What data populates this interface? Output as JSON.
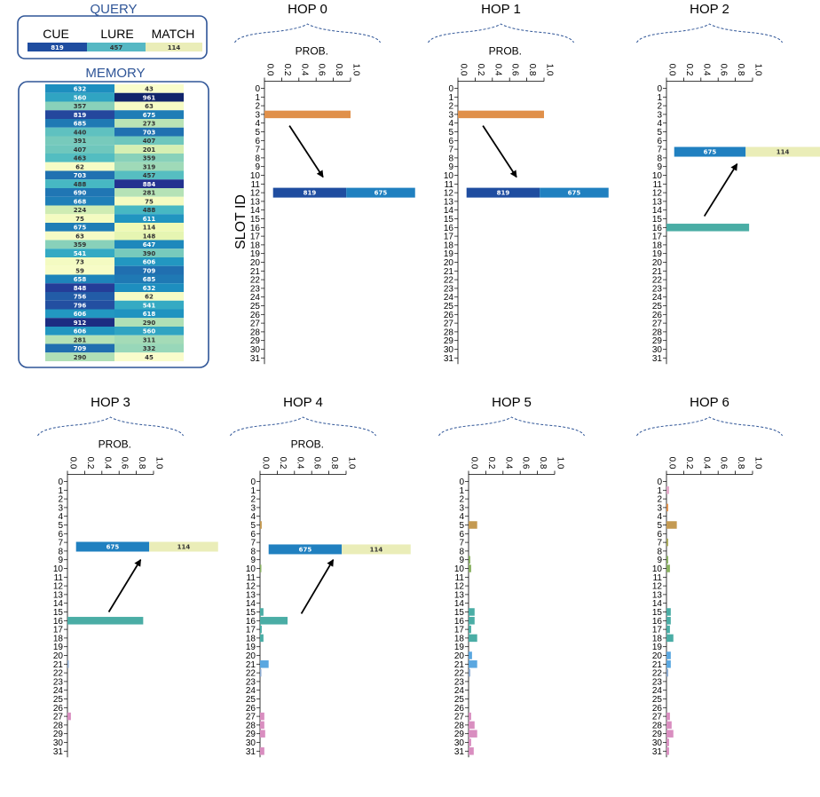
{
  "query": {
    "title": "QUERY",
    "headers": [
      "CUE",
      "LURE",
      "MATCH"
    ],
    "values": [
      819,
      457,
      114
    ]
  },
  "memory": {
    "title": "MEMORY",
    "rows": [
      [
        632,
        43
      ],
      [
        560,
        961
      ],
      [
        357,
        63
      ],
      [
        819,
        675
      ],
      [
        685,
        273
      ],
      [
        440,
        703
      ],
      [
        391,
        407
      ],
      [
        407,
        201
      ],
      [
        463,
        359
      ],
      [
        62,
        319
      ],
      [
        703,
        457
      ],
      [
        488,
        884
      ],
      [
        690,
        281
      ],
      [
        668,
        75
      ],
      [
        224,
        488
      ],
      [
        75,
        611
      ],
      [
        675,
        114
      ],
      [
        63,
        148
      ],
      [
        359,
        647
      ],
      [
        541,
        390
      ],
      [
        73,
        606
      ],
      [
        59,
        709
      ],
      [
        658,
        685
      ],
      [
        848,
        632
      ],
      [
        756,
        62
      ],
      [
        796,
        541
      ],
      [
        606,
        618
      ],
      [
        912,
        290
      ],
      [
        606,
        560
      ],
      [
        281,
        311
      ],
      [
        709,
        332
      ],
      [
        290,
        45
      ]
    ]
  },
  "colors": {
    "box_border": "#2f5597",
    "title_blue": "#2f5597",
    "arrow": "#000000",
    "hop_curve": "#2f5597"
  },
  "chart_data": {
    "type": "bar",
    "orientation": "horizontal",
    "ylabel": "SLOT ID",
    "xlabel": "PROB.",
    "xlim": [
      0,
      1
    ],
    "xticks": [
      "0.0",
      "0.2",
      "0.4",
      "0.6",
      "0.8",
      "1.0"
    ],
    "slots": [
      0,
      1,
      2,
      3,
      4,
      5,
      6,
      7,
      8,
      9,
      10,
      11,
      12,
      13,
      14,
      15,
      16,
      17,
      18,
      19,
      20,
      21,
      22,
      23,
      24,
      25,
      26,
      27,
      28,
      29,
      30,
      31
    ],
    "hops": [
      {
        "title": "HOP 0",
        "show_xlabel": true,
        "bars": [
          {
            "slot": 3,
            "value": 1.0,
            "color": "#e0904a"
          }
        ],
        "retrieved": {
          "slot": 12,
          "cue": 819,
          "match": 675,
          "cue_color": "#1f4da0",
          "match_color": "#2080c0"
        },
        "arrow": {
          "from_slot": 4.3,
          "to_slot": 10.2
        }
      },
      {
        "title": "HOP 1",
        "show_xlabel": true,
        "bars": [
          {
            "slot": 3,
            "value": 1.0,
            "color": "#e0904a"
          }
        ],
        "retrieved": {
          "slot": 12,
          "cue": 819,
          "match": 675,
          "cue_color": "#1f4da0",
          "match_color": "#2080c0"
        },
        "arrow": {
          "from_slot": 4.3,
          "to_slot": 10.2
        }
      },
      {
        "title": "HOP 2",
        "show_xlabel": false,
        "bars": [
          {
            "slot": 16,
            "value": 0.96,
            "color": "#4aada5"
          }
        ],
        "retrieved": {
          "slot": 7.3,
          "cue": 675,
          "match": 114,
          "cue_color": "#2080c0",
          "match_color": "#eaedb8"
        },
        "arrow": {
          "from_slot": 14.7,
          "to_slot": 8.7
        }
      },
      {
        "title": "HOP 3",
        "show_xlabel": true,
        "bars": [
          {
            "slot": 16,
            "value": 0.88,
            "color": "#4aada5"
          },
          {
            "slot": 21,
            "value": 0.015,
            "color": "#8aa9d0"
          },
          {
            "slot": 27,
            "value": 0.04,
            "color": "#d98ec0"
          }
        ],
        "retrieved": {
          "slot": 7.5,
          "cue": 675,
          "match": 114,
          "cue_color": "#2080c0",
          "match_color": "#eaedb8"
        },
        "arrow": {
          "from_slot": 15,
          "to_slot": 9
        }
      },
      {
        "title": "HOP 4",
        "show_xlabel": true,
        "bars": [
          {
            "slot": 5,
            "value": 0.02,
            "color": "#c49a52"
          },
          {
            "slot": 10,
            "value": 0.015,
            "color": "#88b060"
          },
          {
            "slot": 15,
            "value": 0.04,
            "color": "#4aada5"
          },
          {
            "slot": 16,
            "value": 0.32,
            "color": "#4aada5"
          },
          {
            "slot": 17,
            "value": 0.02,
            "color": "#4aada5"
          },
          {
            "slot": 18,
            "value": 0.04,
            "color": "#4aada5"
          },
          {
            "slot": 21,
            "value": 0.1,
            "color": "#5aa7e0"
          },
          {
            "slot": 22,
            "value": 0.015,
            "color": "#8aa9d0"
          },
          {
            "slot": 27,
            "value": 0.05,
            "color": "#d98ec0"
          },
          {
            "slot": 28,
            "value": 0.05,
            "color": "#d98ec0"
          },
          {
            "slot": 29,
            "value": 0.06,
            "color": "#d98ec0"
          },
          {
            "slot": 31,
            "value": 0.05,
            "color": "#d98ec0"
          }
        ],
        "retrieved": {
          "slot": 7.8,
          "cue": 675,
          "match": 114,
          "cue_color": "#2080c0",
          "match_color": "#eaedb8"
        },
        "arrow": {
          "from_slot": 15.2,
          "to_slot": 9
        }
      },
      {
        "title": "HOP 5",
        "show_xlabel": false,
        "bars": [
          {
            "slot": 5,
            "value": 0.1,
            "color": "#c49a52"
          },
          {
            "slot": 9,
            "value": 0.02,
            "color": "#88b060"
          },
          {
            "slot": 10,
            "value": 0.03,
            "color": "#88b060"
          },
          {
            "slot": 15,
            "value": 0.07,
            "color": "#4aada5"
          },
          {
            "slot": 16,
            "value": 0.07,
            "color": "#4aada5"
          },
          {
            "slot": 17,
            "value": 0.03,
            "color": "#4aada5"
          },
          {
            "slot": 18,
            "value": 0.1,
            "color": "#4aada5"
          },
          {
            "slot": 20,
            "value": 0.04,
            "color": "#5aa7e0"
          },
          {
            "slot": 21,
            "value": 0.1,
            "color": "#5aa7e0"
          },
          {
            "slot": 22,
            "value": 0.02,
            "color": "#8aa9d0"
          },
          {
            "slot": 27,
            "value": 0.03,
            "color": "#d98ec0"
          },
          {
            "slot": 28,
            "value": 0.07,
            "color": "#d98ec0"
          },
          {
            "slot": 29,
            "value": 0.1,
            "color": "#d98ec0"
          },
          {
            "slot": 30,
            "value": 0.03,
            "color": "#d98ec0"
          },
          {
            "slot": 31,
            "value": 0.06,
            "color": "#d98ec0"
          }
        ],
        "retrieved": null,
        "arrow": null
      },
      {
        "title": "HOP 6",
        "show_xlabel": false,
        "bars": [
          {
            "slot": 1,
            "value": 0.03,
            "color": "#e3a8c9"
          },
          {
            "slot": 3,
            "value": 0.02,
            "color": "#e0904a"
          },
          {
            "slot": 5,
            "value": 0.12,
            "color": "#c49a52"
          },
          {
            "slot": 7,
            "value": 0.02,
            "color": "#a8a858"
          },
          {
            "slot": 9,
            "value": 0.02,
            "color": "#88b060"
          },
          {
            "slot": 10,
            "value": 0.04,
            "color": "#88b060"
          },
          {
            "slot": 15,
            "value": 0.05,
            "color": "#4aada5"
          },
          {
            "slot": 16,
            "value": 0.05,
            "color": "#4aada5"
          },
          {
            "slot": 17,
            "value": 0.04,
            "color": "#4aada5"
          },
          {
            "slot": 18,
            "value": 0.08,
            "color": "#4aada5"
          },
          {
            "slot": 20,
            "value": 0.05,
            "color": "#5aa7e0"
          },
          {
            "slot": 21,
            "value": 0.05,
            "color": "#5aa7e0"
          },
          {
            "slot": 22,
            "value": 0.02,
            "color": "#8aa9d0"
          },
          {
            "slot": 27,
            "value": 0.04,
            "color": "#d98ec0"
          },
          {
            "slot": 28,
            "value": 0.06,
            "color": "#d98ec0"
          },
          {
            "slot": 29,
            "value": 0.08,
            "color": "#d98ec0"
          },
          {
            "slot": 30,
            "value": 0.03,
            "color": "#d98ec0"
          },
          {
            "slot": 31,
            "value": 0.03,
            "color": "#d98ec0"
          }
        ],
        "retrieved": null,
        "arrow": null
      }
    ]
  }
}
